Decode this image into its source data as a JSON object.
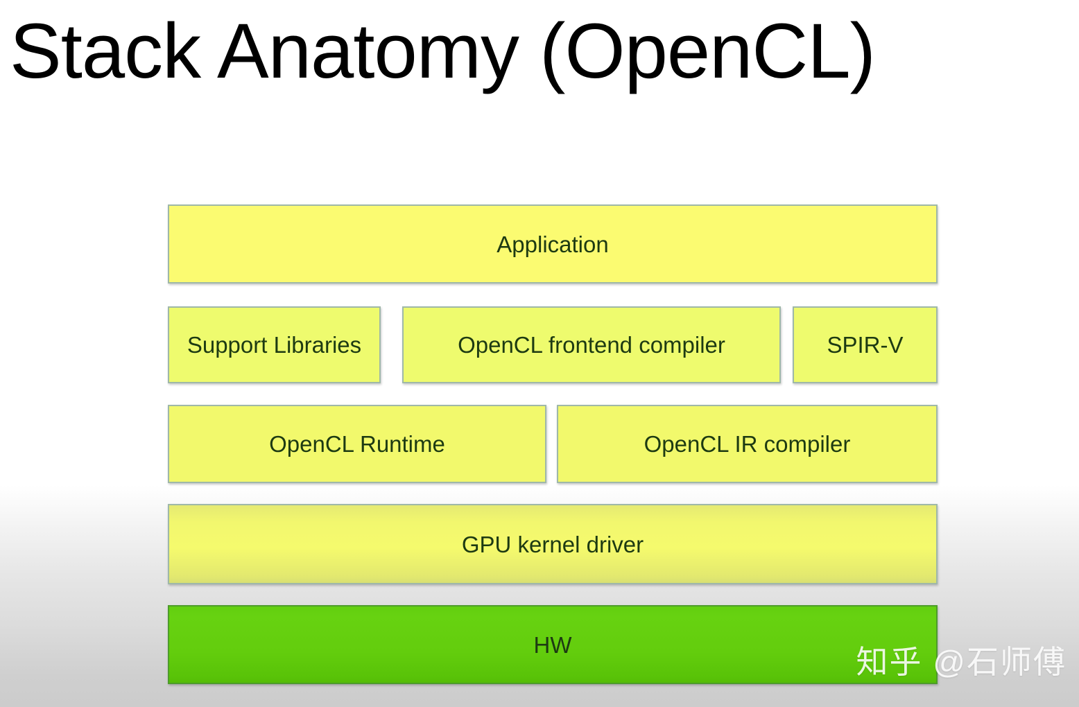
{
  "slide": {
    "title": "Stack Anatomy (OpenCL)",
    "background_top_color": "#ffffff",
    "background_bottom_color": "#cccccc"
  },
  "diagram": {
    "type": "layered-stack",
    "box_text_color": "#1d3a12",
    "box_border_color": "#9fb8a8",
    "rows": [
      {
        "name": "application-row",
        "boxes": [
          {
            "label": "Application",
            "fill": "#fbfb71"
          }
        ]
      },
      {
        "name": "tooling-row",
        "boxes": [
          {
            "label": "Support Libraries",
            "fill": "#eefb6e"
          },
          {
            "label": "OpenCL frontend compiler",
            "fill": "#eefb6e"
          },
          {
            "label": "SPIR-V",
            "fill": "#eefb6e"
          }
        ]
      },
      {
        "name": "runtime-row",
        "boxes": [
          {
            "label": "OpenCL Runtime",
            "fill": "#f2f96c"
          },
          {
            "label": "OpenCL IR compiler",
            "fill": "#f2f96c"
          }
        ]
      },
      {
        "name": "driver-row",
        "boxes": [
          {
            "label": "GPU kernel driver",
            "fill": "#e8ee70"
          }
        ]
      },
      {
        "name": "hardware-row",
        "boxes": [
          {
            "label": "HW",
            "fill": "#63cf10"
          }
        ]
      }
    ]
  },
  "watermark": {
    "text": "知乎 @石师傅"
  }
}
